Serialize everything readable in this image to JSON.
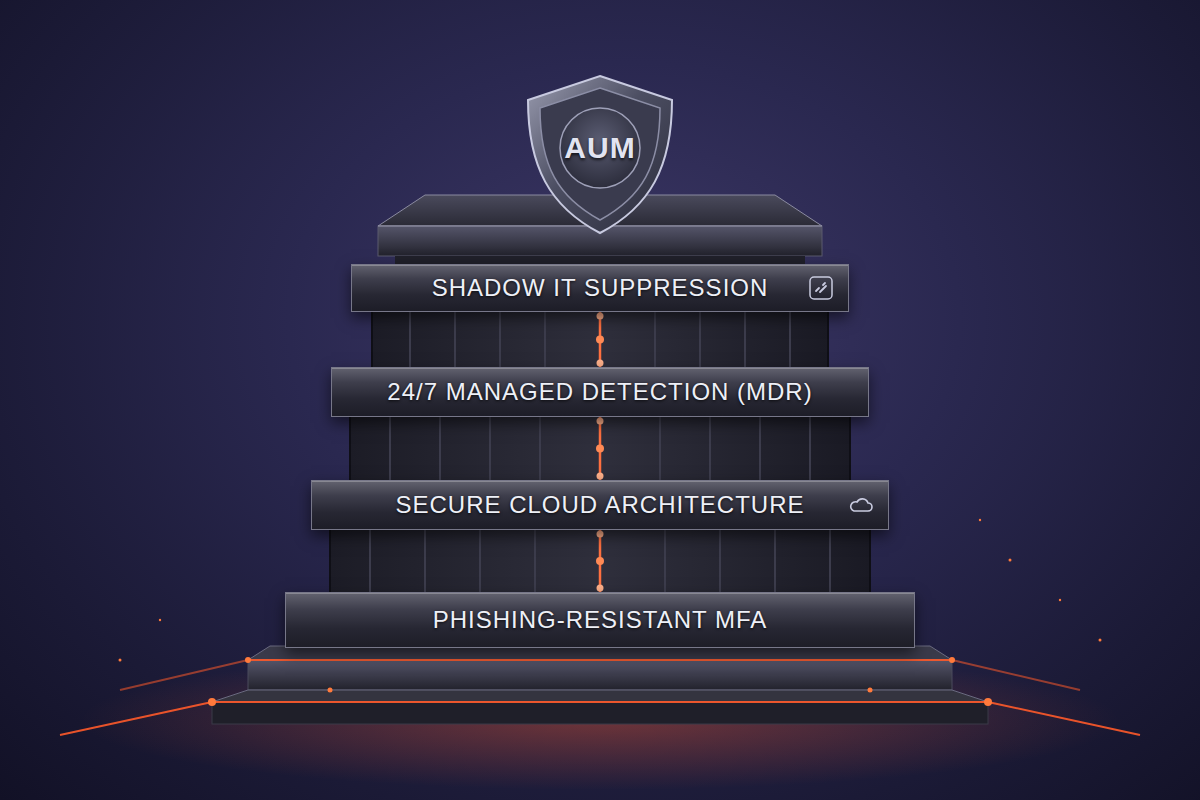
{
  "diagram": {
    "nodes": [
      {
        "text": [
          "AUM"
        ]
      },
      {
        "text": [
          "SHADOW IT SUPPRESSION"
        ]
      },
      {
        "text": [
          "24/7 MANAGED DETECTION (MDR)"
        ]
      },
      {
        "text": [
          "SECURE CLOUD ARCHITECTURE"
        ]
      },
      {
        "text": [
          "PHISHING-RESISTANT MFA"
        ]
      }
    ],
    "edges": [
      {
        "from": 1,
        "to": 2,
        "arrow": "none"
      },
      {
        "from": 2,
        "to": 3,
        "arrow": "none"
      },
      {
        "from": 3,
        "to": 4,
        "arrow": "none"
      }
    ]
  }
}
